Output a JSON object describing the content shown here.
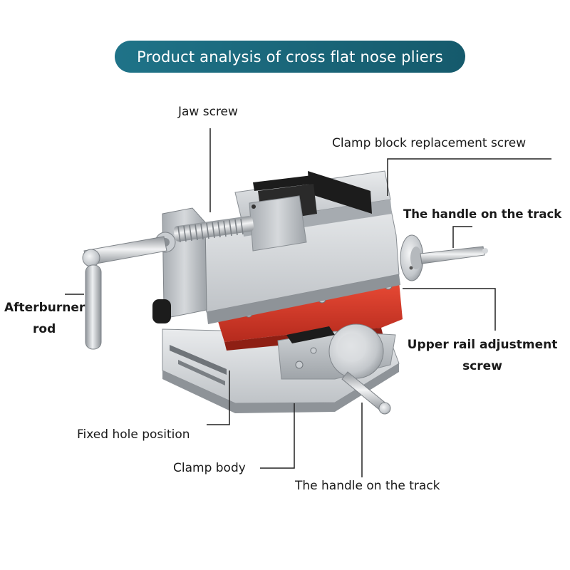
{
  "title": "Product analysis of cross flat nose pliers",
  "colors": {
    "title_bg_left": "#1f7388",
    "title_bg_right": "#155a6c",
    "leader_line": "#222222",
    "metal_light": "#d9dcdf",
    "metal_mid": "#b4b8bc",
    "metal_dark": "#868b90",
    "saddle_red": "#d53a2a",
    "jaw_black": "#1c1c1c"
  },
  "labels": {
    "jaw_screw": "Jaw screw",
    "clamp_block_replacement_screw": "Clamp block replacement screw",
    "handle_on_track_top": "The handle on the track",
    "afterburner_rod_line1": "Afterburner",
    "afterburner_rod_line2": "rod",
    "upper_rail_adjustment_line1": "Upper rail adjustment",
    "upper_rail_adjustment_line2": "screw",
    "fixed_hole_position": "Fixed hole position",
    "clamp_body": "Clamp body",
    "handle_on_track_bottom": "The handle on the track"
  },
  "product_image": {
    "subject": "cross slide drill press vise",
    "icon": "vise-illustration"
  }
}
